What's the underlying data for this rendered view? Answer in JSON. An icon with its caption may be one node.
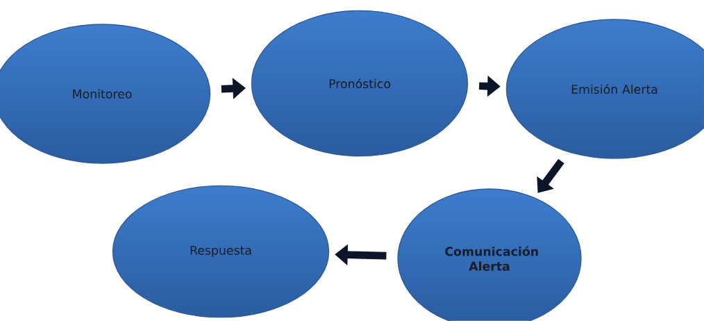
{
  "diagram": {
    "nodes": [
      {
        "text": [
          "Monitoreo"
        ]
      },
      {
        "text": [
          "Pronóstico"
        ]
      },
      {
        "text": [
          "Emisión Alerta"
        ]
      },
      {
        "text": [
          "Comunicación Alerta"
        ]
      },
      {
        "text": [
          "Respuesta"
        ]
      }
    ],
    "edges": [
      {
        "from": 0,
        "to": 1,
        "arrow": "to"
      },
      {
        "from": 1,
        "to": 2,
        "arrow": "to"
      },
      {
        "from": 2,
        "to": 3,
        "arrow": "to"
      },
      {
        "from": 3,
        "to": 4,
        "arrow": "to"
      }
    ]
  }
}
